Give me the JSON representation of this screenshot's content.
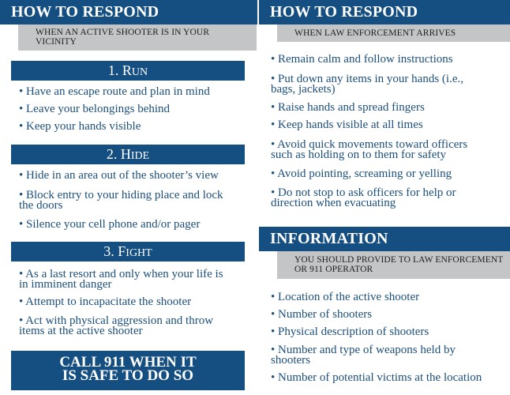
{
  "left": {
    "header": "HOW TO RESPOND",
    "subheader": "WHEN AN ACTIVE SHOOTER IS IN YOUR VICINITY",
    "sections": [
      {
        "num": "1.",
        "title_first": "R",
        "title_rest": "UN",
        "items": [
          [
            "• Have an escape route and plan in mind"
          ],
          [
            "• Leave your belongings behind"
          ],
          [
            "• Keep your hands visible"
          ]
        ]
      },
      {
        "num": "2.",
        "title_first": "H",
        "title_rest": "IDE",
        "items": [
          [
            "• Hide in an area out of the shooter’s view"
          ],
          [
            "• Block entry to your hiding place and lock",
            "the doors"
          ],
          [
            "• Silence your cell phone and/or pager"
          ]
        ]
      },
      {
        "num": "3.",
        "title_first": "F",
        "title_rest": "IGHT",
        "items": [
          [
            "• As a last resort and only when your life is",
            "in imminent danger"
          ],
          [
            "• Attempt to incapacitate the shooter"
          ],
          [
            "• Act with physical aggression and throw",
            "items at the active shooter"
          ]
        ]
      }
    ],
    "footer": [
      "CALL 911 WHEN IT",
      "IS SAFE TO DO SO"
    ]
  },
  "right": {
    "header": "HOW TO RESPOND",
    "subheader": "WHEN LAW ENFORCEMENT ARRIVES",
    "items": [
      [
        "• Remain calm and follow instructions"
      ],
      [
        "• Put down any items in your hands (i.e.,",
        "bags, jackets)"
      ],
      [
        "• Raise hands and spread fingers"
      ],
      [
        "• Keep hands visible at all times"
      ],
      [
        "• Avoid quick movements toward officers",
        "such as holding on to them for safety"
      ],
      [
        "• Avoid pointing, screaming or yelling"
      ],
      [
        "• Do not stop to ask officers for help or",
        "direction when evacuating"
      ]
    ],
    "info_header": "INFORMATION",
    "info_subheader": "YOU SHOULD PROVIDE TO LAW ENFORCEMENT OR 911 OPERATOR",
    "info_items": [
      [
        "• Location of the active shooter"
      ],
      [
        "• Number of shooters"
      ],
      [
        "• Physical description of shooters"
      ],
      [
        "• Number and type of weapons held by",
        "shooters"
      ],
      [
        "• Number of potential victims at the location"
      ]
    ]
  }
}
